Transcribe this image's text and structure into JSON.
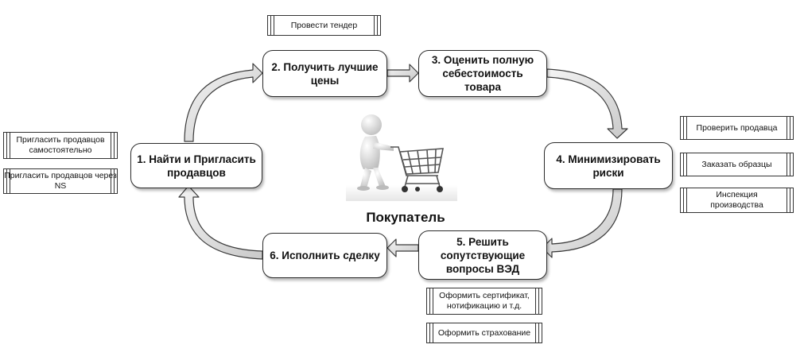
{
  "center_label": "Покупатель",
  "steps": {
    "s1": "1. Найти и Пригласить продавцов",
    "s2": "2. Получить лучшие цены",
    "s3": "3. Оценить полную себестоимость товара",
    "s4": "4. Минимизировать риски",
    "s5": "5. Решить сопутствующие вопросы ВЭД",
    "s6": "6. Исполнить сделку"
  },
  "notes": {
    "tender": "Провести тендер",
    "invite_self": "Пригласить продавцов самостоятельно",
    "invite_ns": "Пригласить продавцов через NS",
    "check_seller": "Проверить продавца",
    "order_samples": "Заказать образцы",
    "inspection": "Инспекция производства",
    "certificate": "Оформить сертификат, нотификацию и т.д.",
    "insurance": "Оформить страхование"
  },
  "illustration": "shopper-with-cart-icon"
}
